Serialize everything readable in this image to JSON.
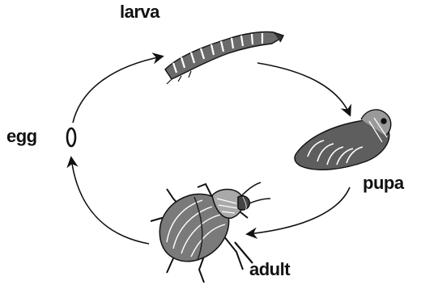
{
  "stages": {
    "larva": "larva",
    "egg": "egg",
    "pupa": "pupa",
    "adult": "adult"
  },
  "colors": {
    "ink": "#111111",
    "shade": "#555555",
    "paper": "#ffffff"
  },
  "icons": [
    "egg-icon",
    "larva-icon",
    "pupa-icon",
    "adult-beetle-icon"
  ]
}
